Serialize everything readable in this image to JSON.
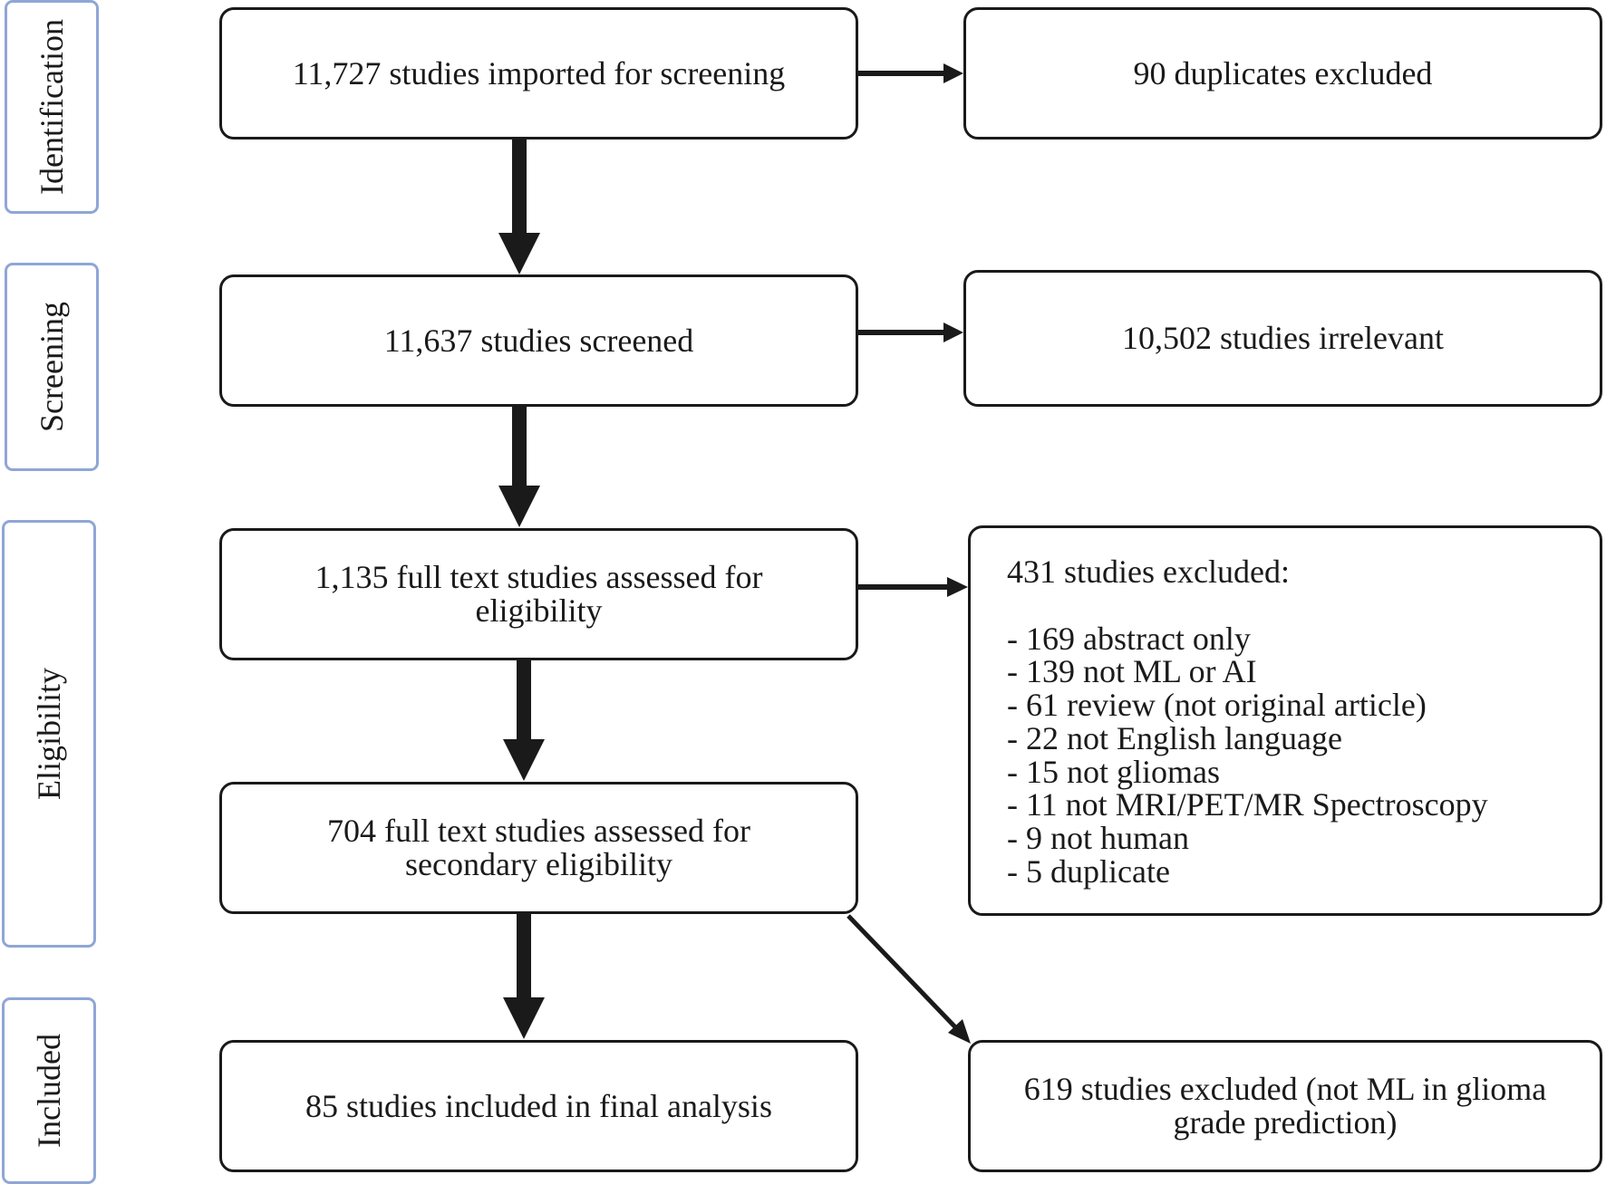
{
  "colors": {
    "stroke": "#1a1a1a",
    "stage_border": "#8fa6d6",
    "background": "#ffffff"
  },
  "stages": {
    "identification": "Identification",
    "screening": "Screening",
    "eligibility": "Eligibility",
    "included": "Included"
  },
  "boxes": {
    "imported": "11,727 studies imported for screening",
    "duplicates": "90 duplicates excluded",
    "screened": "11,637 studies screened",
    "irrelevant": "10,502 studies irrelevant",
    "fulltext_line1": "1,135 full text studies assessed for",
    "fulltext_line2": "eligibility",
    "secondary_line1": "704 full text studies assessed for",
    "secondary_line2": "secondary eligibility",
    "included_final": "85 studies included in final analysis",
    "excluded_619_line1": "619 studies excluded (not ML in glioma",
    "excluded_619_line2": "grade prediction)"
  },
  "exclusions": {
    "title": "431 studies excluded:",
    "items": [
      "- 169 abstract only",
      "- 139 not ML or AI",
      "- 61 review (not original article)",
      "- 22 not English language",
      "- 15 not gliomas",
      "- 11 not MRI/PET/MR Spectroscopy",
      "- 9 not human",
      "- 5 duplicate"
    ]
  }
}
